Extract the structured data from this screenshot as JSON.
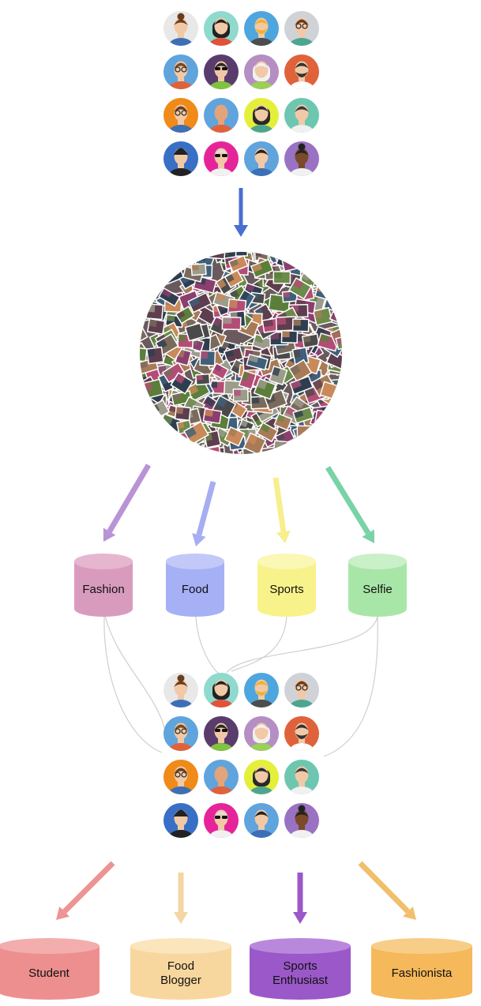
{
  "avatars": [
    {
      "name": "avatar-woman-bun",
      "bg": "#e8e8e8",
      "skin": "#f2c9a6",
      "hair": "#6b3c1c",
      "shirt": "#3c6fb6",
      "style": "bun"
    },
    {
      "name": "avatar-woman-long-hair",
      "bg": "#8fd9cd",
      "skin": "#f2c9a6",
      "hair": "#222222",
      "shirt": "#e0523a",
      "style": "long"
    },
    {
      "name": "avatar-man-beard",
      "bg": "#4ea6df",
      "skin": "#f2c9a6",
      "hair": "#f0b12a",
      "shirt": "#4d4d4d",
      "style": "beard"
    },
    {
      "name": "avatar-man-glasses-gray",
      "bg": "#cfd3d8",
      "skin": "#f2c9a6",
      "hair": "#6b3c1c",
      "shirt": "#4ea58f",
      "style": "glasses"
    },
    {
      "name": "avatar-man-glasses-blue",
      "bg": "#5fa4dd",
      "skin": "#f2c9a6",
      "hair": "#7a4a22",
      "shirt": "#e0623a",
      "style": "glasses"
    },
    {
      "name": "avatar-woman-sunglasses",
      "bg": "#5a3c6c",
      "skin": "#f2c9a6",
      "hair": "#2a2a2a",
      "shirt": "#7fc43f",
      "style": "sunglasses"
    },
    {
      "name": "avatar-old-woman",
      "bg": "#b58ec4",
      "skin": "#f2c9a6",
      "hair": "#f1f1f1",
      "shirt": "#9bcf55",
      "style": "long"
    },
    {
      "name": "avatar-man-bowtie",
      "bg": "#e0623a",
      "skin": "#f2c9a6",
      "hair": "#333333",
      "shirt": "#ffffff",
      "style": "beard"
    },
    {
      "name": "avatar-man-glasses-orange",
      "bg": "#f08a18",
      "skin": "#f2c9a6",
      "hair": "#6b3c1c",
      "shirt": "#3c6fb6",
      "style": "glasses"
    },
    {
      "name": "avatar-bald-man",
      "bg": "#5fa4dd",
      "skin": "#e2a47a",
      "hair": "#e2a47a",
      "shirt": "#e0623a",
      "style": "bald"
    },
    {
      "name": "avatar-woman-green",
      "bg": "#e4ef3a",
      "skin": "#f2c9a6",
      "hair": "#2a2a2a",
      "shirt": "#4ea58f",
      "style": "long"
    },
    {
      "name": "avatar-man-teal",
      "bg": "#6dc7b0",
      "skin": "#f2c9a6",
      "hair": "#3a3a3a",
      "shirt": "#f1f1f1",
      "style": "plain"
    },
    {
      "name": "avatar-man-beanie",
      "bg": "#3a6fc6",
      "skin": "#f2c9a6",
      "hair": "#222222",
      "shirt": "#222222",
      "style": "beanie"
    },
    {
      "name": "avatar-old-woman-pink",
      "bg": "#e6249a",
      "skin": "#f2c9a6",
      "hair": "#dddddd",
      "shirt": "#f1f1f1",
      "style": "sunglasses"
    },
    {
      "name": "avatar-man-quiff",
      "bg": "#5fa4dd",
      "skin": "#f2c9a6",
      "hair": "#222222",
      "shirt": "#3c6fb6",
      "style": "plain"
    },
    {
      "name": "avatar-woman-dark",
      "bg": "#9a72c4",
      "skin": "#7b4a2a",
      "hair": "#222222",
      "shirt": "#f1f1f1",
      "style": "bun"
    }
  ],
  "interests": [
    {
      "label": "Fashion",
      "color": "#d99bbd",
      "top": "#e6b6cf",
      "arrow": "#b894d6"
    },
    {
      "label": "Food",
      "color": "#a6b0f5",
      "top": "#c2c9f9",
      "arrow": "#a6adf2"
    },
    {
      "label": "Sports",
      "color": "#f8f28a",
      "top": "#fbf7b4",
      "arrow": "#f7ee8c"
    },
    {
      "label": "Selfie",
      "color": "#a8e6a8",
      "top": "#c9f0c9",
      "arrow": "#78d3a6"
    }
  ],
  "personas": [
    {
      "label": "Student",
      "color": "#ee8f8f",
      "top": "#f3adad",
      "arrow": "#ee9393"
    },
    {
      "label": "Food Blogger",
      "color": "#f8d79e",
      "top": "#fbe5bd",
      "arrow": "#f3d6a2"
    },
    {
      "label": "Sports Enthusiast",
      "color": "#9a58c8",
      "top": "#b988dc",
      "arrow": "#9a58c8"
    },
    {
      "label": "Fashionista",
      "color": "#f5b85a",
      "top": "#f8cd88",
      "arrow": "#f1bf6c"
    }
  ],
  "colors": {
    "main_arrow": "#4a6fd0",
    "connector": "#cfcfcf",
    "photo_palette": [
      "#5d3e4e",
      "#7a6a5c",
      "#3f5f7a",
      "#a87b57",
      "#6c8a4a",
      "#8a3f6e",
      "#b44c76",
      "#4a4a4a",
      "#9c9c8c",
      "#2f3d4f",
      "#c98a5a",
      "#5b7f3a"
    ]
  }
}
